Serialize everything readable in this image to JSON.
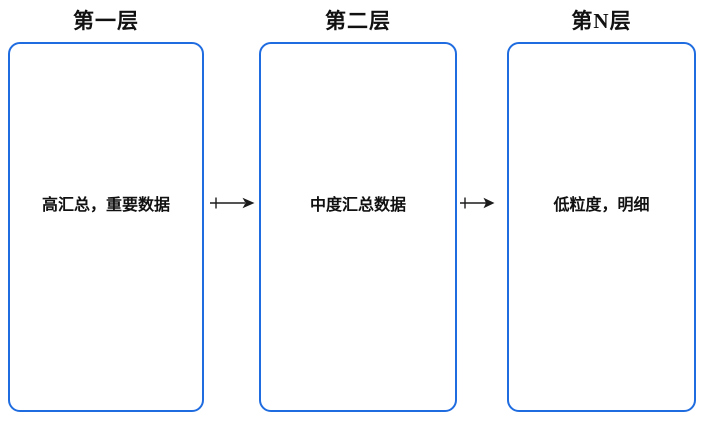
{
  "diagram": {
    "layers": [
      {
        "title": "第一层",
        "content": "高汇总，重要数据"
      },
      {
        "title": "第二层",
        "content": "中度汇总数据"
      },
      {
        "title": "第N层",
        "content": "低粒度，明细"
      }
    ],
    "arrows": [
      {
        "icon": "right-arrow-with-tail-tick-icon"
      },
      {
        "icon": "right-arrow-with-tail-tick-icon"
      }
    ]
  },
  "colors": {
    "box_border": "#1f6ce0",
    "arrow": "#1c1c1c",
    "text": "#111111",
    "background": "#ffffff"
  }
}
